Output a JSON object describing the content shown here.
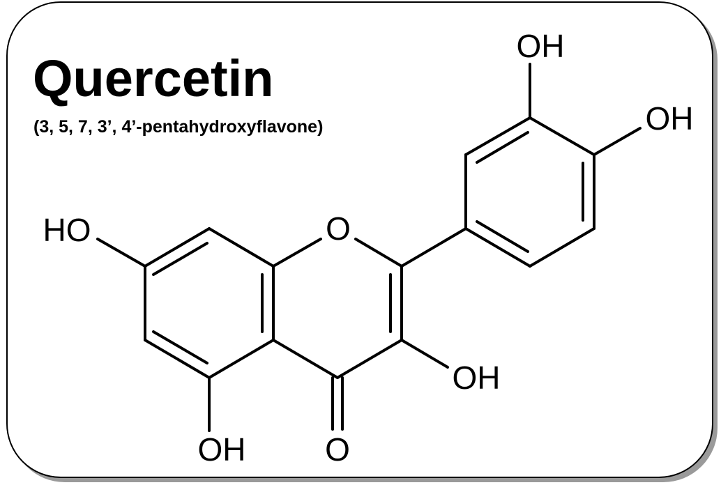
{
  "title": "Quercetin",
  "subtitle": "(3, 5, 7, 3’, 4’-pentahydroxyflavone)",
  "atoms": {
    "ring_oxygen": "O",
    "carbonyl_oxygen": "O",
    "ho_7": "HO",
    "oh_5": "OH",
    "oh_3": "OH",
    "oh_3prime": "OH",
    "oh_4prime": "OH"
  },
  "colors": {
    "ink": "#000000",
    "background": "#ffffff",
    "shadow": "#9a9a9a"
  }
}
